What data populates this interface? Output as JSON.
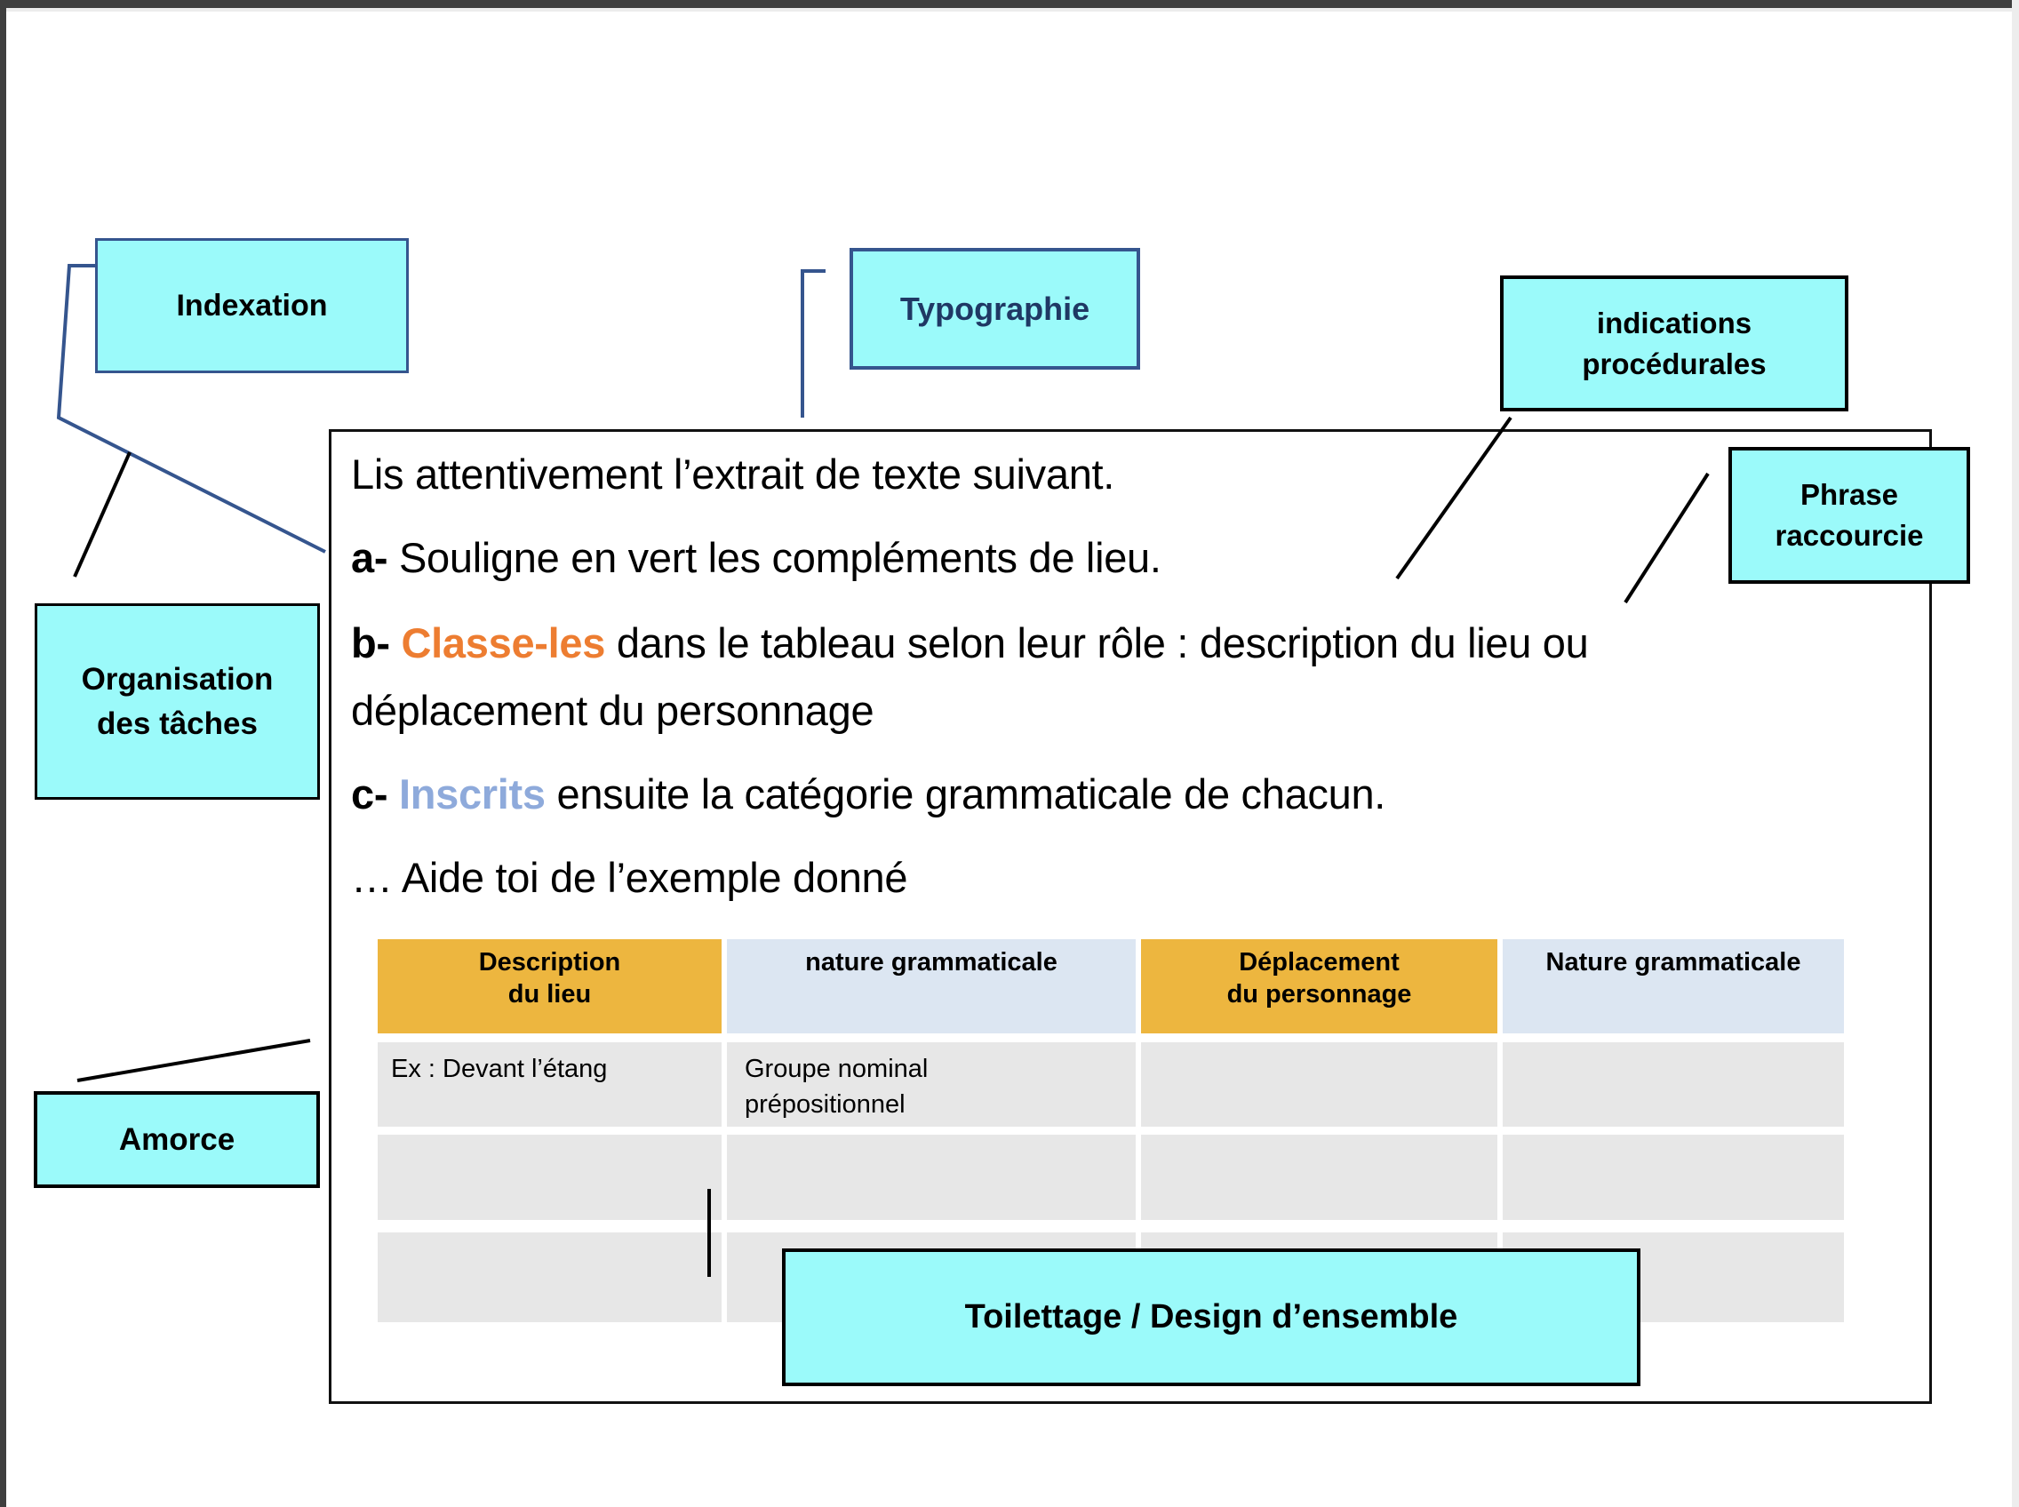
{
  "slide": {
    "instructions": {
      "intro": "Lis attentivement l’extrait de texte suivant.",
      "a_prefix": "a-",
      "a_rest": " Souligne en vert les compléments de lieu.",
      "b_prefix": "b- ",
      "b_highlight": "Classe-les",
      "b_rest": " dans le tableau selon leur rôle : description du lieu ou",
      "b_line2": "déplacement du personnage",
      "c_prefix": "c- ",
      "c_highlight": "Inscrits",
      "c_rest": " ensuite la catégorie grammaticale de chacun.",
      "hint": "… Aide toi de l’exemple donné"
    },
    "table": {
      "headers": [
        {
          "line1": "Description",
          "line2": "du lieu"
        },
        {
          "line1": "nature grammaticale",
          "line2": ""
        },
        {
          "line1": "Déplacement",
          "line2": "du personnage"
        },
        {
          "line1": "Nature grammaticale",
          "line2": ""
        }
      ],
      "example": {
        "col1": "Ex : Devant l’étang",
        "col2_line1": "Groupe nominal",
        "col2_line2": "prépositionnel"
      }
    }
  },
  "callouts": {
    "indexation": "Indexation",
    "typographie": "Typographie",
    "indications_line1": "indications",
    "indications_line2": "procédurales",
    "phrase_line1": "Phrase",
    "phrase_line2": "raccourcie",
    "organisation_line1": "Organisation",
    "organisation_line2": "des tâches",
    "amorce": "Amorce",
    "toilettage": "Toilettage / Design d’ensemble"
  },
  "colors": {
    "callout_fill": "#9BFAFA",
    "callout_border_blue": "#35558E",
    "callout_border_black": "#000000",
    "typographie_text": "#1F3864",
    "orange_highlight": "#ED7D31",
    "blue_highlight": "#8EAADB",
    "table_header_gold": "#EDB63F",
    "table_header_blue": "#DCE6F2",
    "table_row_gray": "#E7E7E7"
  }
}
